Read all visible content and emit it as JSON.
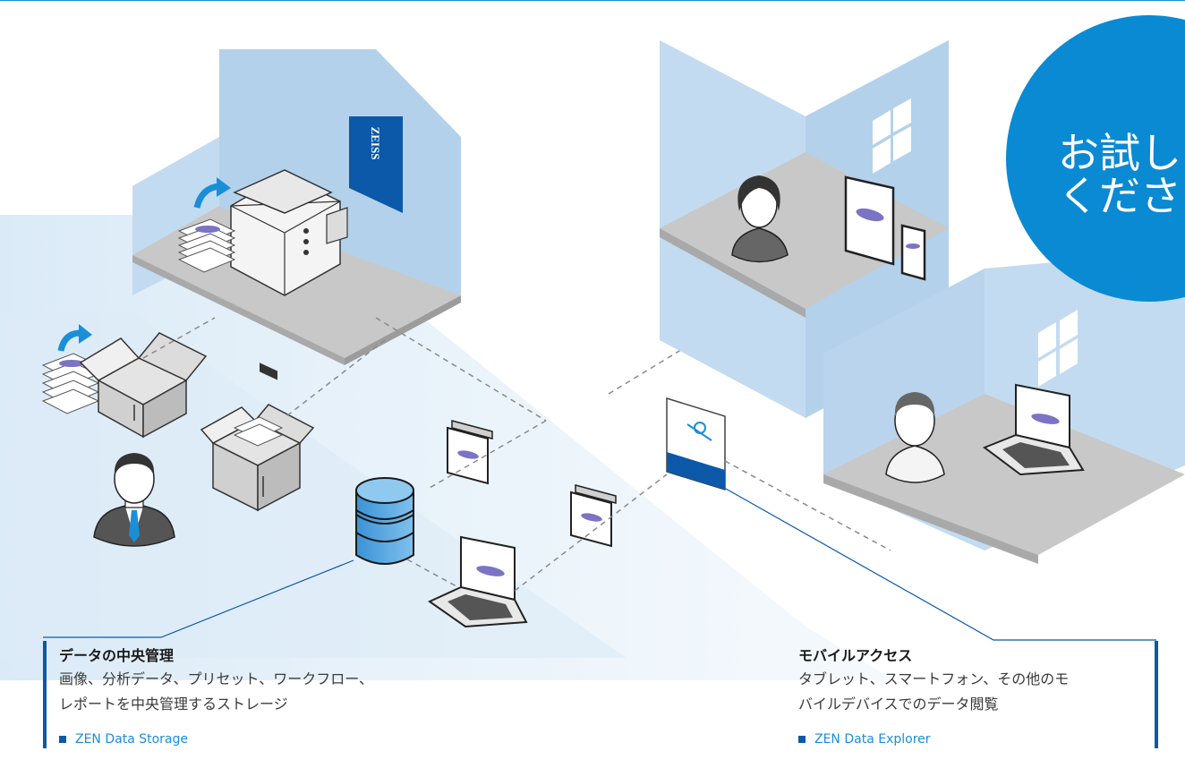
{
  "colors": {
    "brand_blue": "#0b59a8",
    "accent_blue": "#1a8fd8",
    "badge_blue": "#0a8ad3",
    "floor_gray": "#c8c8c8",
    "wall_blue": "#b7d3ec"
  },
  "brand": {
    "logo_text": "ZEISS"
  },
  "badge": {
    "line1": "お試し",
    "line2": "ください"
  },
  "left_callout": {
    "title": "データの中央管理",
    "desc_line1": "画像、分析データ、プリセット、ワークフロー、",
    "desc_line2": "レポートを中央管理するストレージ",
    "link": "ZEN Data Storage"
  },
  "right_callout": {
    "title": "モバイルアクセス",
    "desc_line1": "タブレット、スマートフォン、その他のモ",
    "desc_line2": "バイルデバイスでのデータ閲覧",
    "link": "ZEN Data Explorer"
  },
  "icons": [
    "slide-scanner-icon",
    "slide-stack-icon",
    "cardboard-box-icon",
    "businessman-icon",
    "database-icon",
    "laptop-icon",
    "folder-icon",
    "zeiss-software-card-icon",
    "woman-user-icon",
    "tablet-icon",
    "smartphone-icon",
    "man-user-icon",
    "window-icon",
    "refresh-arrow-icon"
  ]
}
